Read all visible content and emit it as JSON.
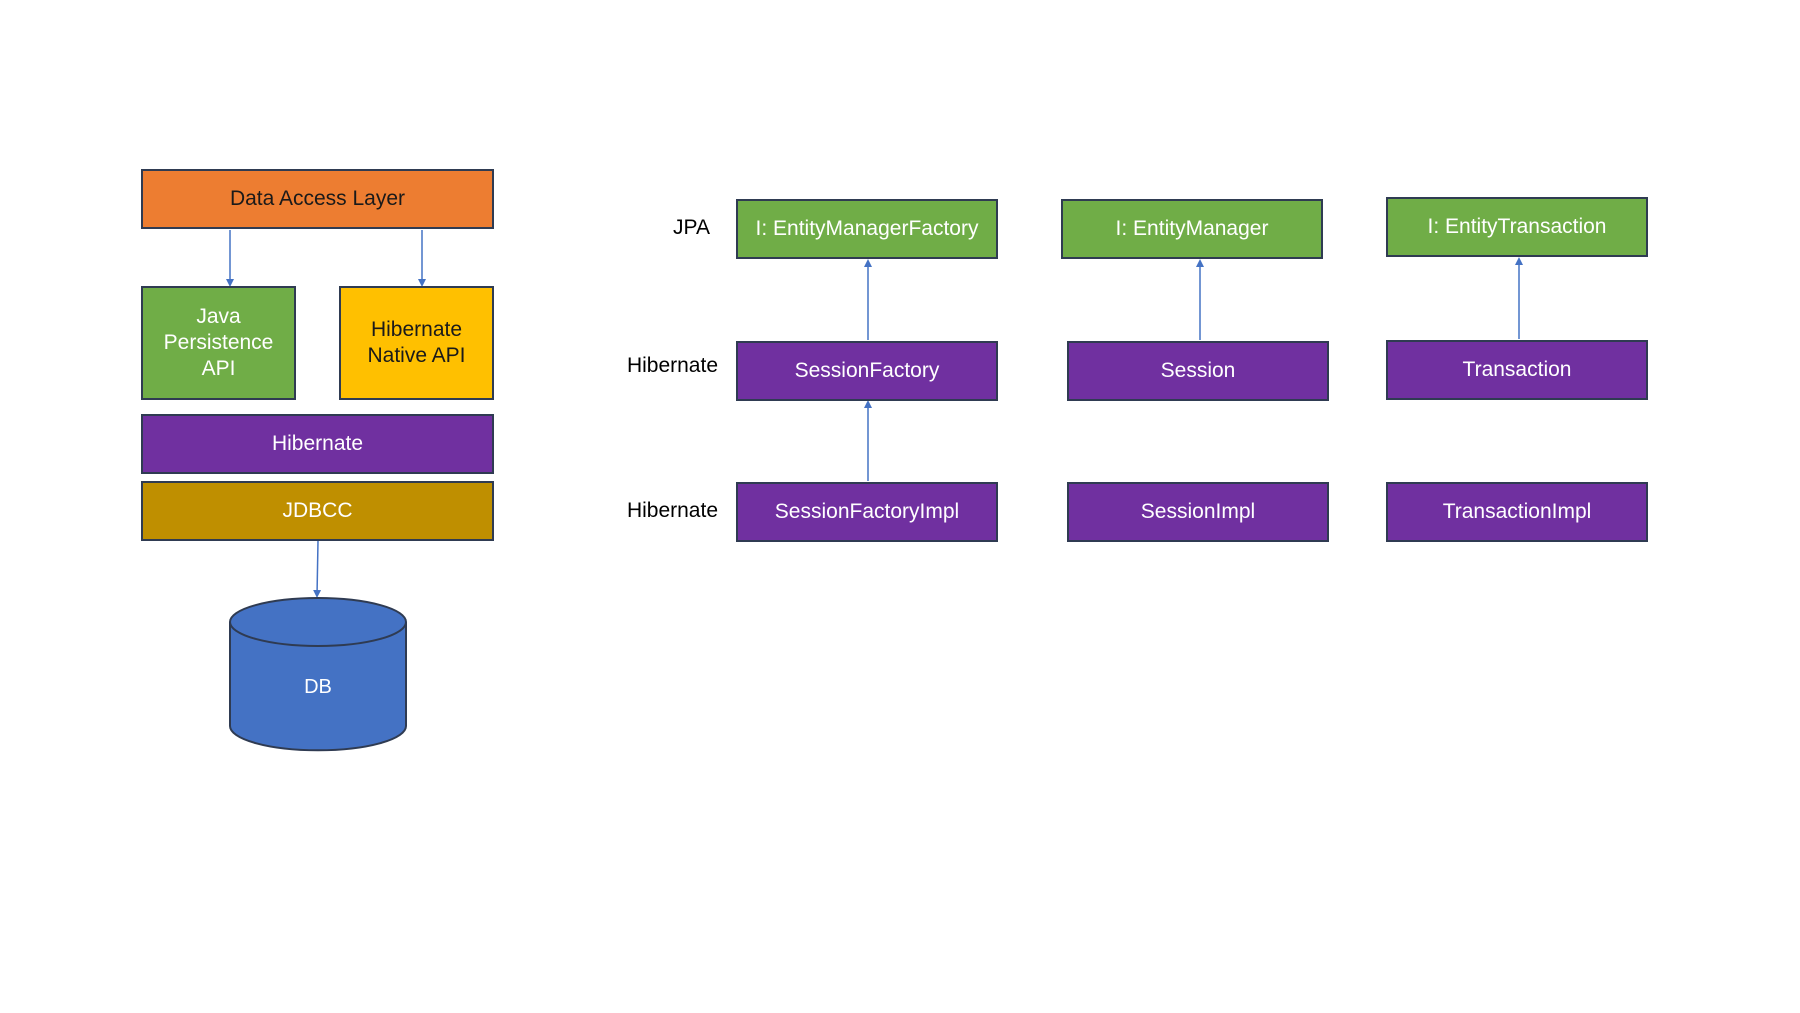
{
  "colors": {
    "orange": "#ed7d31",
    "green": "#70ad47",
    "yellow": "#ffc000",
    "purple": "#7030a0",
    "gold": "#bf8f00",
    "blue": "#4472c4",
    "connector": "#4472c4"
  },
  "stack": {
    "data_access_layer": "Data Access Layer",
    "jpa": [
      "Java",
      "Persistence",
      "API"
    ],
    "native_api": [
      "Hibernate",
      "Native API"
    ],
    "hibernate": "Hibernate",
    "jdbc": "JDBCC",
    "db": "DB"
  },
  "rows": {
    "jpa": "JPA",
    "hibernate_interfaces": "Hibernate",
    "hibernate_impl": "Hibernate"
  },
  "classes": {
    "entity_manager_factory": "I: EntityManagerFactory",
    "entity_manager": "I: EntityManager",
    "entity_transaction": "I: EntityTransaction",
    "session_factory": "SessionFactory",
    "session": "Session",
    "transaction": "Transaction",
    "session_factory_impl": "SessionFactoryImpl",
    "session_impl": "SessionImpl",
    "transaction_impl": "TransactionImpl"
  }
}
